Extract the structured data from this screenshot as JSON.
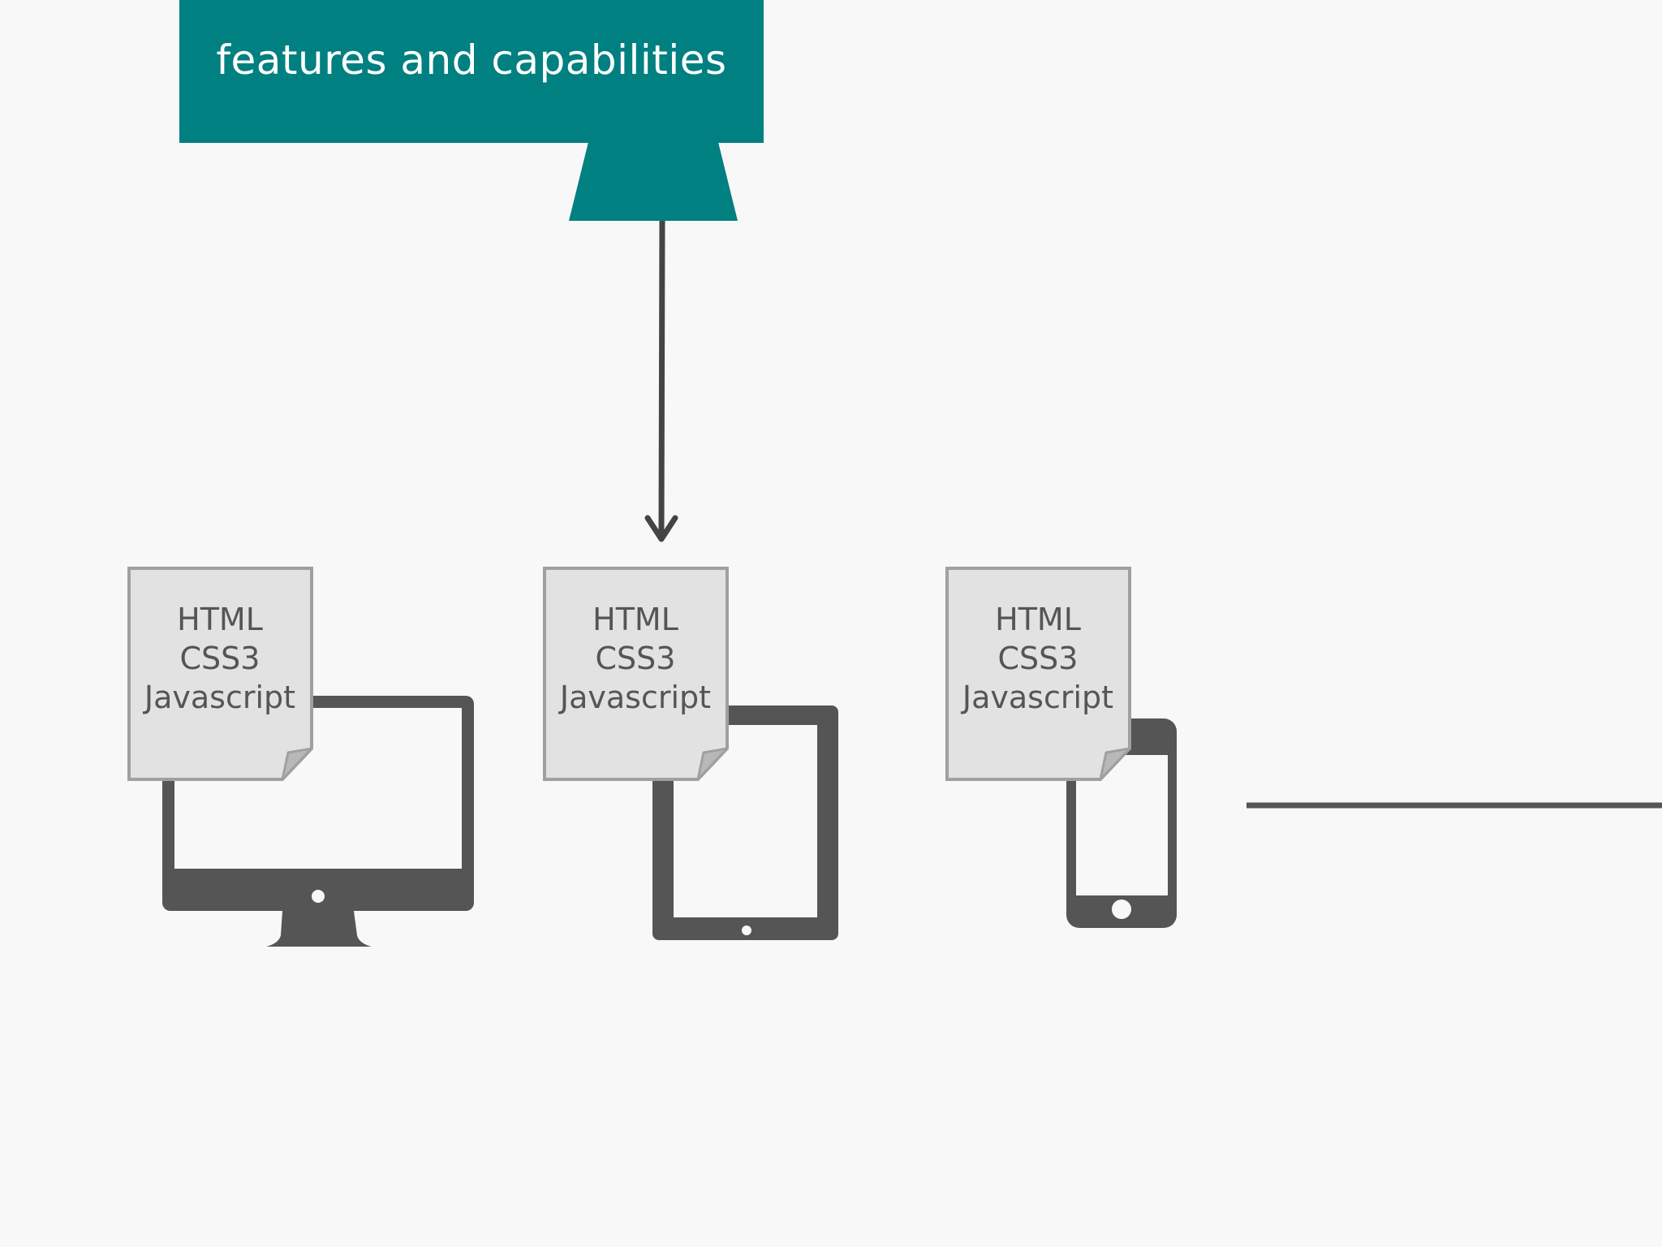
{
  "banner": {
    "title": "features and capabilities",
    "color": "#008080"
  },
  "devices": [
    {
      "type": "desktop",
      "icon": "desktop-monitor-icon",
      "doc_lines": [
        "HTML",
        "CSS3",
        "Javascript"
      ]
    },
    {
      "type": "tablet",
      "icon": "tablet-icon",
      "doc_lines": [
        "HTML",
        "CSS3",
        "Javascript"
      ]
    },
    {
      "type": "phone",
      "icon": "smartphone-icon",
      "doc_lines": [
        "HTML",
        "CSS3",
        "Javascript"
      ]
    }
  ],
  "colors": {
    "background": "#f8f8f8",
    "device": "#555555",
    "document_fill": "#e2e2e2",
    "document_border": "#a0a0a0",
    "arrow": "#444444"
  }
}
